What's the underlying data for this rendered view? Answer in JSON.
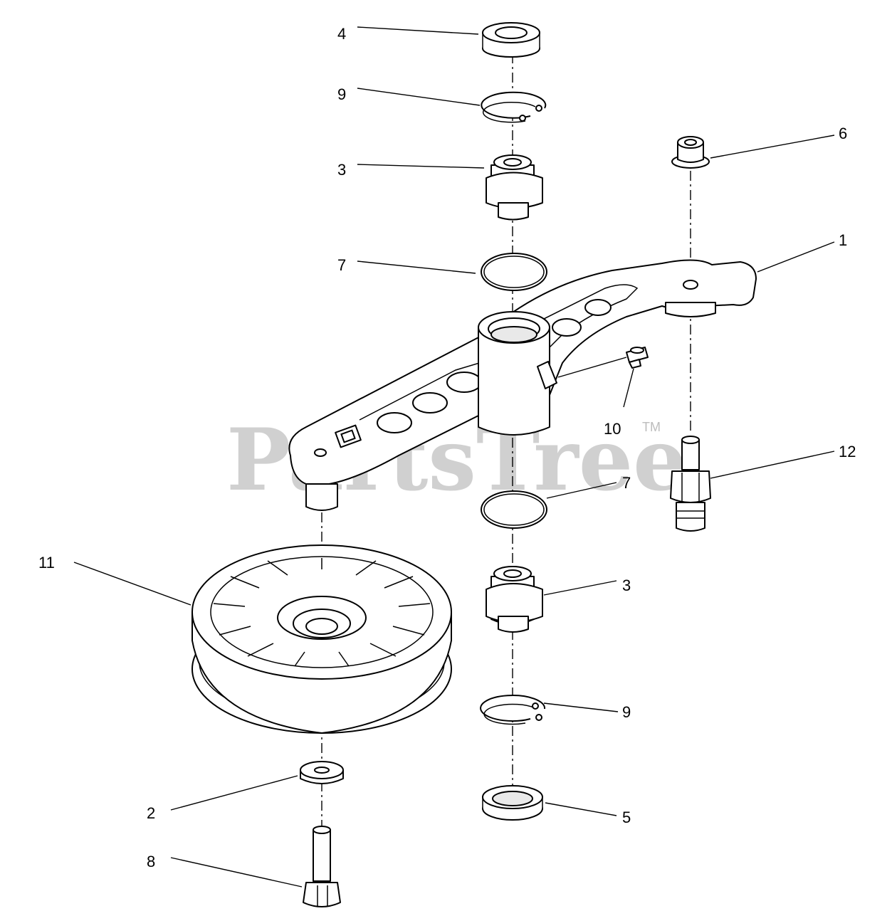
{
  "watermark": {
    "brand": "PartsTree",
    "trademark": "TM"
  },
  "callouts": {
    "c1": "1",
    "c2": "2",
    "c3a": "3",
    "c3b": "3",
    "c4": "4",
    "c5": "5",
    "c6": "6",
    "c7a": "7",
    "c7b": "7",
    "c8": "8",
    "c9a": "9",
    "c9b": "9",
    "c10": "10",
    "c11": "11",
    "c12": "12"
  }
}
